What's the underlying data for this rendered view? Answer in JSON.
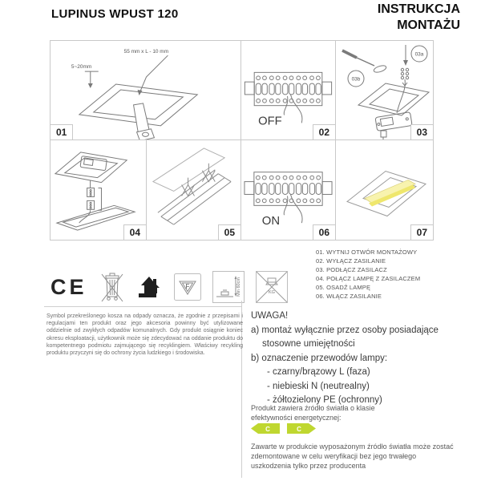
{
  "header": {
    "product_title": "LUPINUS WPUST 120",
    "doc_title_line1": "INSTRUKCJA",
    "doc_title_line2": "MONTAŻU"
  },
  "panels": {
    "p01": {
      "number": "01",
      "dim_top": "55 mm x L - 10 mm",
      "dim_left": "5~20mm"
    },
    "p02": {
      "number": "02",
      "switch_label": "OFF"
    },
    "p03": {
      "number": "03",
      "callout_a": "03a",
      "callout_b": "03b"
    },
    "p04": {
      "number": "04"
    },
    "p05": {
      "number": "05"
    },
    "p06": {
      "number": "06",
      "switch_label": "ON"
    },
    "p07": {
      "number": "07"
    }
  },
  "steps": [
    "01. WYTNIJ OTWÓR MONTAŻOWY",
    "02. WYŁĄCZ ZASILANIE",
    "03. PODŁĄCZ ZASILACZ",
    "04. POŁĄCZ LAMPĘ Z ZASILACZEM",
    "05. OSADŹ LAMPĘ",
    "06. WŁĄCZ ZASILANIE"
  ],
  "certifications": {
    "ce_label": "CE",
    "f_label": "F",
    "min_distance_label": "Min 60cm",
    "kg_label": "KG"
  },
  "weee_text": "Symbol przekreślonego kosza na odpady oznacza, że zgodnie z przepisami i regulacjami ten produkt oraz jego akcesoria powinny być utylizowane oddzielnie od zwykłych odpadów komunalnych. Gdy produkt osiągnie koniec okresu eksploatacji, użytkownik może się zdecydować na oddanie produktu do kompetentnego podmiotu zajmującego się recyklingiem. Właściwy recykling produktu przyczyni się do ochrony życia ludzkiego i środowiska.",
  "warning": {
    "title": "UWAGA!",
    "line_a1": "a) montaż wyłącznie przez osoby posiadające",
    "line_a2": "stosowne umiejętności",
    "line_b": "b) oznaczenie przewodów lampy:",
    "wire1": "- czarny/brązowy L (faza)",
    "wire2": "- niebieski N (neutrealny)",
    "wire3": "- żółtozielony PE (ochronny)"
  },
  "energy": {
    "intro_line1": "Produkt zawiera źródło światła o klasie",
    "intro_line2": "efektywności energetycznej:",
    "class_label": "C",
    "badge_color": "#bfd730",
    "note": "Zawarte w produkcie wyposażonym źródło światła może zostać zdemontowane w celu weryfikacji bez jego trwałego uszkodzenia tylko przez producenta"
  }
}
